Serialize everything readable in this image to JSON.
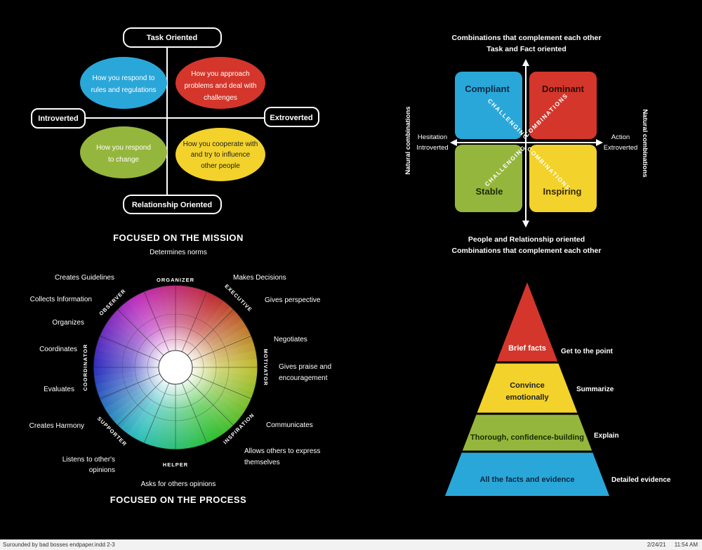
{
  "axes_diagram": {
    "top": "Task Oriented",
    "bottom": "Relationship Oriented",
    "left": "Introverted",
    "right": "Extroverted",
    "ovals": [
      {
        "lines": [
          "How you respond to",
          "rules and regulations"
        ],
        "color": "#2aa7d9"
      },
      {
        "lines": [
          "How you approach",
          "problems and deal with",
          "challenges"
        ],
        "color": "#d4362b"
      },
      {
        "lines": [
          "How you respond",
          "to change"
        ],
        "color": "#95b63c"
      },
      {
        "lines": [
          "How you cooperate with",
          "and try to influence",
          "other people"
        ],
        "color": "#f2d22b"
      }
    ]
  },
  "combinations": {
    "top_line1": "Combinations that complement each other",
    "top_line2": "Task and Fact oriented",
    "bottom_line1": "People and Relationship oriented",
    "bottom_line2": "Combinations that complement each other",
    "left_line1": "Hesitation",
    "left_line2": "Introverted",
    "right_line1": "Action",
    "right_line2": "Extroverted",
    "side_label": "Natural combinations",
    "diag1": "CHALLENGING",
    "diag2": "COMBINATIONS",
    "squares": [
      {
        "label": "Compliant",
        "color": "#2aa7d9"
      },
      {
        "label": "Dominant",
        "color": "#d4362b"
      },
      {
        "label": "Stable",
        "color": "#95b63c"
      },
      {
        "label": "Inspiring",
        "color": "#f2d22b"
      }
    ]
  },
  "wheel": {
    "title_top": "FOCUSED ON THE MISSION",
    "subtitle_top": "Determines norms",
    "title_bottom": "FOCUSED ON THE PROCESS",
    "ring_labels": [
      "ORGANIZER",
      "EXECUTIVE",
      "MOTIVATOR",
      "INSPIRATION",
      "HELPER",
      "SUPPORTER",
      "COORDINATOR",
      "OBSERVER"
    ],
    "left_items": [
      "Creates Guidelines",
      "Collects Information",
      "Organizes",
      "Coordinates",
      "Evaluates",
      "Creates Harmony",
      "Listens to other's",
      "opinions"
    ],
    "right_items": [
      "Makes Decisions",
      "Gives perspective",
      "Negotiates",
      "Gives praise and",
      "encouragement",
      "Communicates",
      "Allows others to express",
      "themselves"
    ],
    "bottom_item": "Asks for others opinions"
  },
  "pyramid": {
    "levels": [
      {
        "inner_lines": [
          "Brief facts"
        ],
        "outer": "Get to the point",
        "color": "#d4362b"
      },
      {
        "inner_lines": [
          "Convince",
          "emotionally"
        ],
        "outer": "Summarize",
        "color": "#f2d22b"
      },
      {
        "inner_lines": [
          "Thorough, confidence-building"
        ],
        "outer": "Explain",
        "color": "#95b63c"
      },
      {
        "inner_lines": [
          "All the facts and evidence"
        ],
        "outer": "Detailed evidence",
        "color": "#2aa7d9"
      }
    ]
  },
  "footer": {
    "left": "Surounded by bad bosses endpaper.indd   2-3",
    "date": "2/24/21",
    "time": "11:54 AM"
  }
}
